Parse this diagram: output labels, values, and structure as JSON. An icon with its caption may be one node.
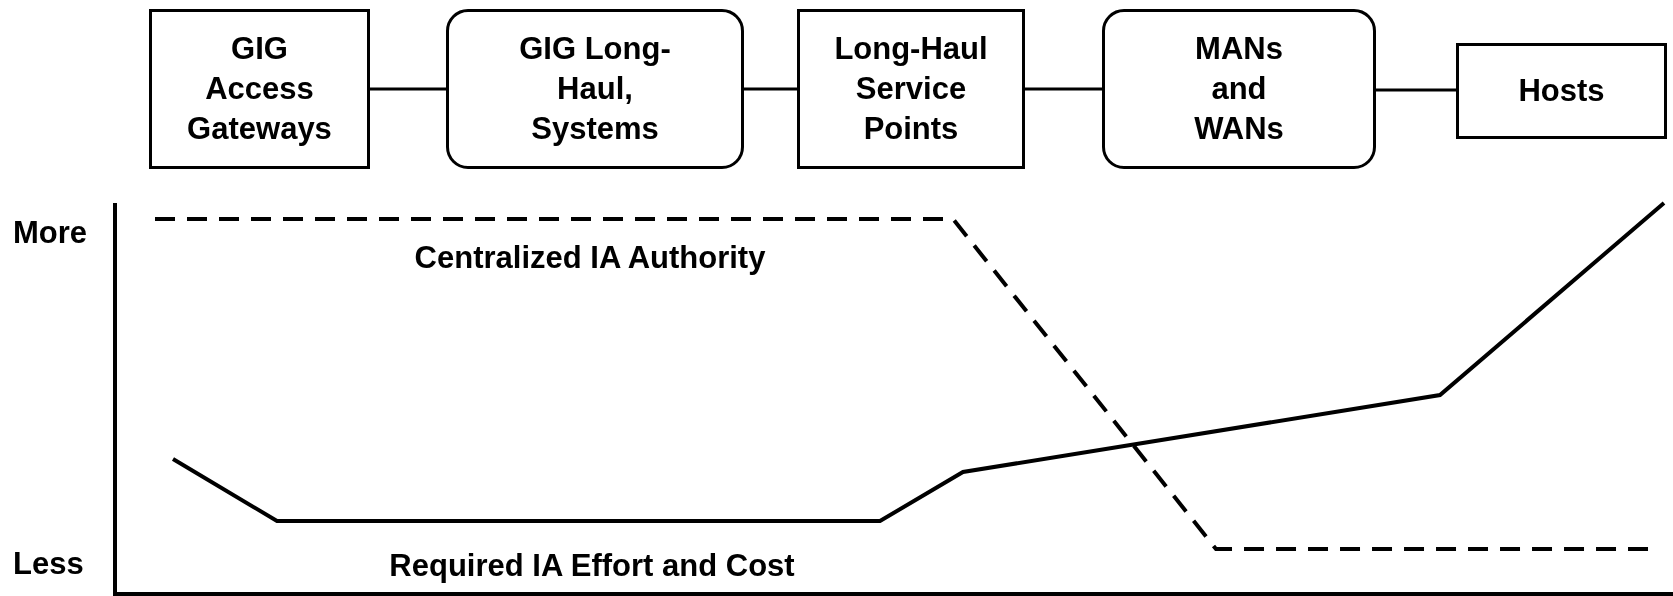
{
  "diagram": {
    "nodes": [
      {
        "text": [
          "GIG Access Gateways"
        ]
      },
      {
        "text": [
          "GIG Long-Haul, Systems"
        ]
      },
      {
        "text": [
          "Long-Haul Service Points"
        ]
      },
      {
        "text": [
          "MANs and WANs"
        ]
      },
      {
        "text": [
          "Hosts"
        ]
      }
    ],
    "edges": [
      {
        "from": 0,
        "to": 1,
        "arrow": "none"
      },
      {
        "from": 1,
        "to": 2,
        "arrow": "none"
      },
      {
        "from": 2,
        "to": 3,
        "arrow": "none"
      },
      {
        "from": 3,
        "to": 4,
        "arrow": "none"
      }
    ],
    "labels": [
      "More",
      "Centralized IA Authority",
      "Less",
      "Required IA Effort and Cost"
    ]
  }
}
